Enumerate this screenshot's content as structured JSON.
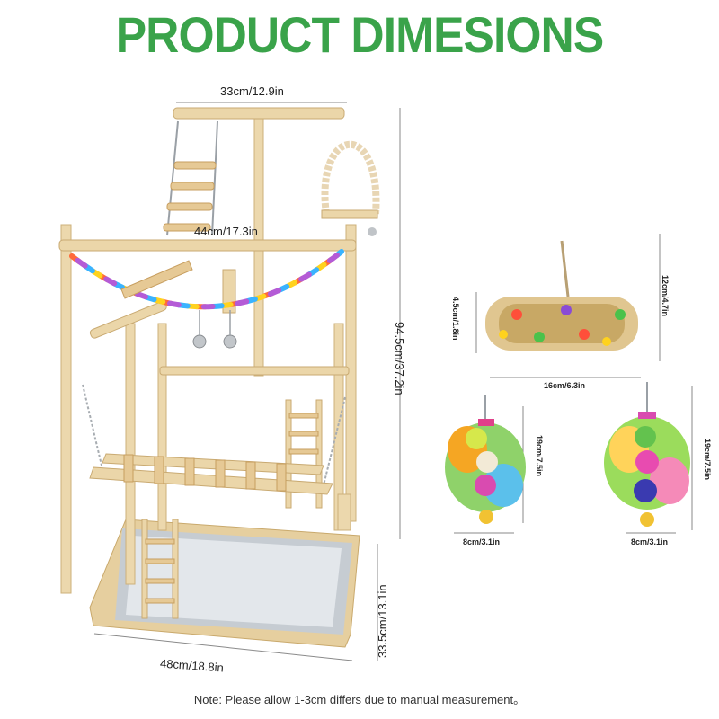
{
  "title": "PRODUCT DIMESIONS",
  "colors": {
    "title": "#3aa34a",
    "wood": "#e9d4a8",
    "wood_dark": "#cfb27c",
    "tray": "#c9cdd2",
    "dim_line": "#888888"
  },
  "stand": {
    "top_width": "33cm/12.9in",
    "middle_width": "44cm/17.3in",
    "height": "94.5cm/37.2in",
    "base_height": "33.5cm/13.1in",
    "base_width": "48cm/18.8in"
  },
  "toys": {
    "roll_height": "12cm/4.7in",
    "roll_diameter": "4.5cm/1.8in",
    "roll_length": "16cm/6.3in",
    "left_height": "19cm/7.5in",
    "left_width": "8cm/3.1in",
    "right_height": "19cm/7.5in",
    "right_width": "8cm/3.1in"
  },
  "note": "Note: Please allow 1-3cm differs due to manual measurement。"
}
